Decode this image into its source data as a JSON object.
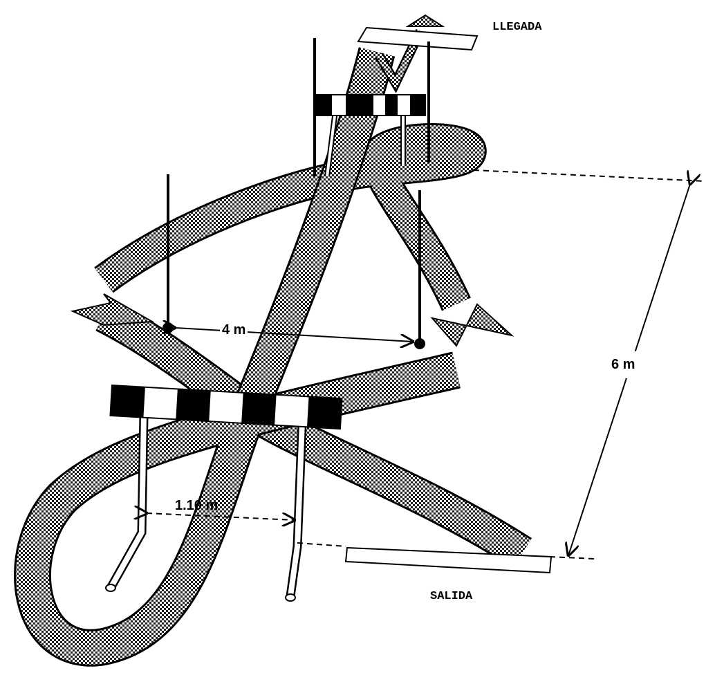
{
  "labels": {
    "finish": "LLEGADA",
    "start": "SALIDA",
    "pole_distance": "4 m",
    "course_length": "6 m",
    "hurdle_width": "1.10 m"
  },
  "colors": {
    "ink": "#000000",
    "paper": "#ffffff"
  }
}
